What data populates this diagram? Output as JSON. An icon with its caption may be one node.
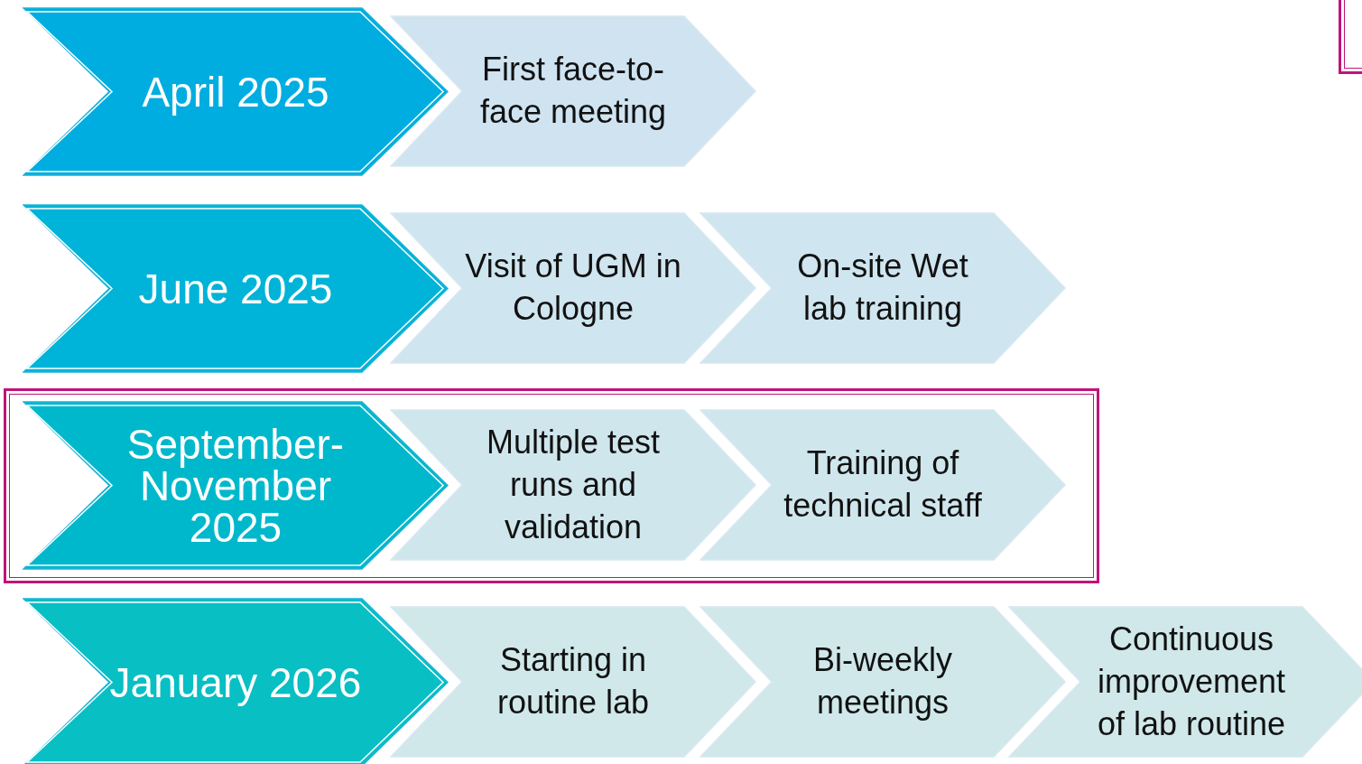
{
  "diagram": {
    "nodes": [
      {
        "text": [
          "April 2025"
        ]
      },
      {
        "text": [
          "First face-to-face meeting"
        ]
      },
      {
        "text": [
          "June 2025"
        ]
      },
      {
        "text": [
          "Visit of UGM in Cologne"
        ]
      },
      {
        "text": [
          "On-site Wet lab training"
        ]
      },
      {
        "text": [
          "September-November 2025"
        ]
      },
      {
        "text": [
          "Multiple test runs and validation"
        ]
      },
      {
        "text": [
          "Training of technical staff"
        ]
      },
      {
        "text": [
          "January 2026"
        ]
      },
      {
        "text": [
          "Starting in routine lab"
        ]
      },
      {
        "text": [
          "Bi-weekly meetings"
        ]
      },
      {
        "text": [
          "Continuous improvement of lab routine"
        ]
      }
    ],
    "edges": []
  }
}
